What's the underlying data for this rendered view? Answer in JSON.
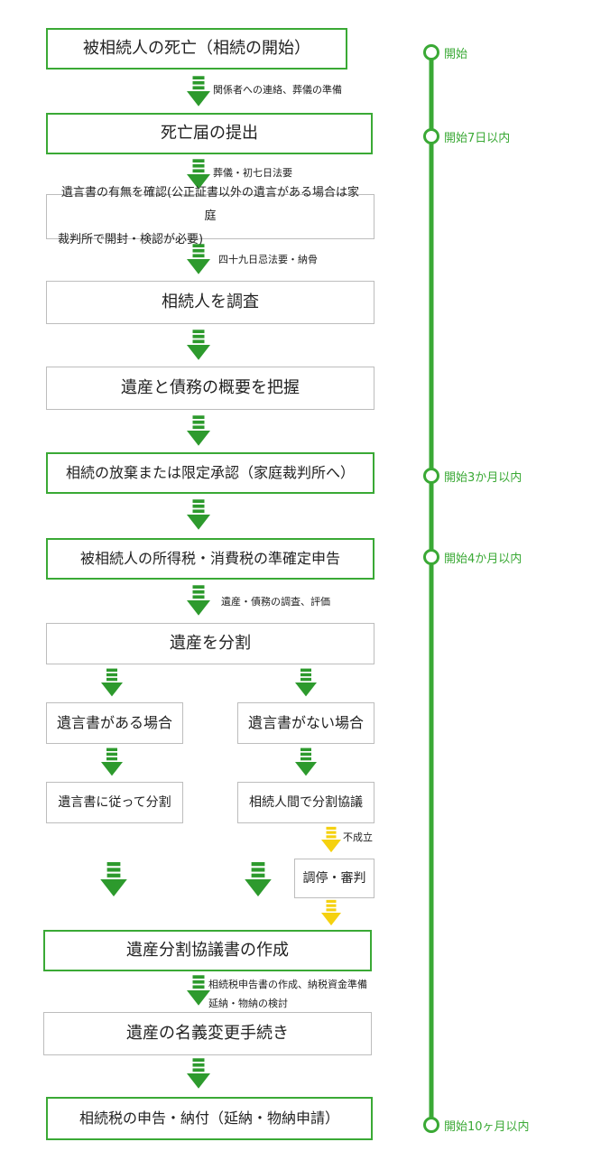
{
  "steps": {
    "s1": "被相続人の死亡（相続の開始）",
    "s2": "死亡届の提出",
    "s3_line1": "遺言書の有無を確認(公正証書以外の遺言がある場合は家庭",
    "s3_line2": "裁判所で開封・検認が必要)",
    "s4": "相続人を調査",
    "s5": "遺産と債務の概要を把握",
    "s6": "相続の放棄または限定承認（家庭裁判所へ）",
    "s7": "被相続人の所得税・消費税の準確定申告",
    "s8": "遺産を分割",
    "s9a": "遺言書がある場合",
    "s9b": "遺言書がない場合",
    "s10a": "遺言書に従って分割",
    "s10b": "相続人間で分割協議",
    "s11": "調停・審判",
    "s12": "遺産分割協議書の作成",
    "s13": "遺産の名義変更手続き",
    "s14": "相続税の申告・納付（延納・物納申請）"
  },
  "notes": {
    "n1": "関係者への連絡、葬儀の準備",
    "n2": "葬儀・初七日法要",
    "n3": "四十九日忌法要・納骨",
    "n4": "遺産・債務の調査、評価",
    "n5": "不成立",
    "n6_line1": "相続税申告書の作成、納税資金準備",
    "n6_line2": "延納・物納の検討"
  },
  "timeline": {
    "t1": "開始",
    "t2": "開始7日以内",
    "t3": "開始3か月以内",
    "t4": "開始4か月以内",
    "t5": "開始10ヶ月以内"
  },
  "colors": {
    "green": "#3aa935",
    "arrow_green": "#2d9a2d",
    "arrow_yellow": "#f5d10f",
    "gray_border": "#bdbdbd"
  }
}
